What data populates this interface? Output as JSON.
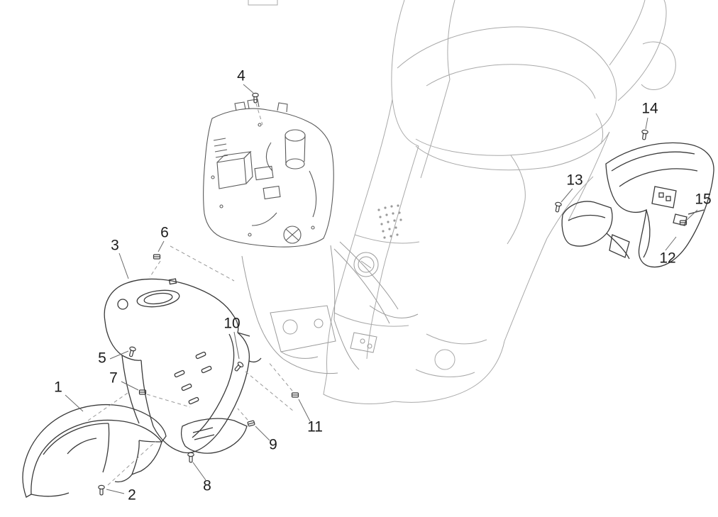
{
  "diagram": {
    "type": "exploded-parts-diagram",
    "subject": "scooter-mudguard-assembly",
    "colors": {
      "background": "#ffffff",
      "vehicle_body_line": "#a9a9a9",
      "detail_line": "#9b9b9b",
      "part_line": "#3a3a3a",
      "leader_line": "#979797",
      "callout_text": "#1c1c1c"
    },
    "callouts": [
      {
        "label": "1"
      },
      {
        "label": "2"
      },
      {
        "label": "3"
      },
      {
        "label": "4"
      },
      {
        "label": "5"
      },
      {
        "label": "6"
      },
      {
        "label": "7"
      },
      {
        "label": "8"
      },
      {
        "label": "9"
      },
      {
        "label": "10"
      },
      {
        "label": "11"
      },
      {
        "label": "12"
      },
      {
        "label": "13"
      },
      {
        "label": "14"
      },
      {
        "label": "15"
      }
    ]
  }
}
